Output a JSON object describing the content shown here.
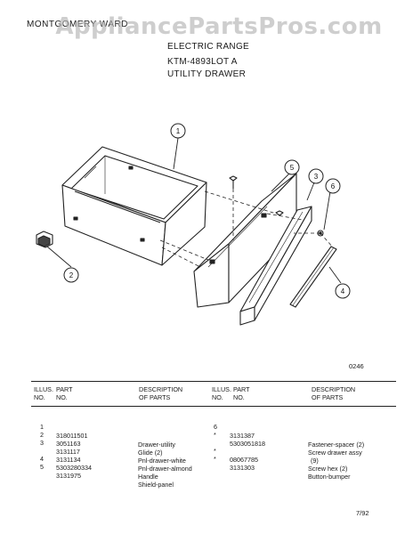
{
  "header": {
    "brand": "MONTGOMERY WARD",
    "product": "ELECTRIC RANGE",
    "model": "KTM-4893LOT A",
    "section": "UTILITY DRAWER"
  },
  "watermark": "AppliancePartsPros.com",
  "diagram": {
    "callouts": [
      "1",
      "2",
      "3",
      "4",
      "5",
      "6"
    ],
    "code": "0246"
  },
  "table": {
    "left_headers": {
      "illus": "ILLUS.",
      "no1": "NO.",
      "part": "PART",
      "no2": "NO.",
      "desc1": "DESCRIPTION",
      "desc2": "OF PARTS"
    },
    "right_headers": {
      "illus": "ILLUS.",
      "no1": "NO.",
      "part": "PART",
      "no2": "NO.",
      "desc1": "DESCRIPTION",
      "desc2": "OF PARTS"
    },
    "left_rows": [
      {
        "illus": "1",
        "part": "318011501",
        "desc": "Drawer-utility"
      },
      {
        "illus": "2",
        "part": "3051163",
        "desc": "Glide (2)"
      },
      {
        "illus": "3",
        "part": "3131117",
        "desc": "Pnl-drawer-white"
      },
      {
        "illus": "",
        "part": "3131134",
        "desc": "Pnl-drawer-almond"
      },
      {
        "illus": "4",
        "part": "5303280334",
        "desc": "Handle"
      },
      {
        "illus": "5",
        "part": "3131975",
        "desc": "Shield-panel"
      }
    ],
    "right_rows": [
      {
        "illus": "6",
        "part": "3131387",
        "desc": "Fastener-spacer (2)"
      },
      {
        "illus": "*",
        "part": "5303051818",
        "desc": "Screw drawer assy"
      },
      {
        "illus": "",
        "part": "",
        "desc": "(9)"
      },
      {
        "illus": "*",
        "part": "08067785",
        "desc": "Screw hex (2)"
      },
      {
        "illus": "*",
        "part": "3131303",
        "desc": "Button-bumper"
      }
    ]
  },
  "footer": {
    "date": "7/92"
  }
}
